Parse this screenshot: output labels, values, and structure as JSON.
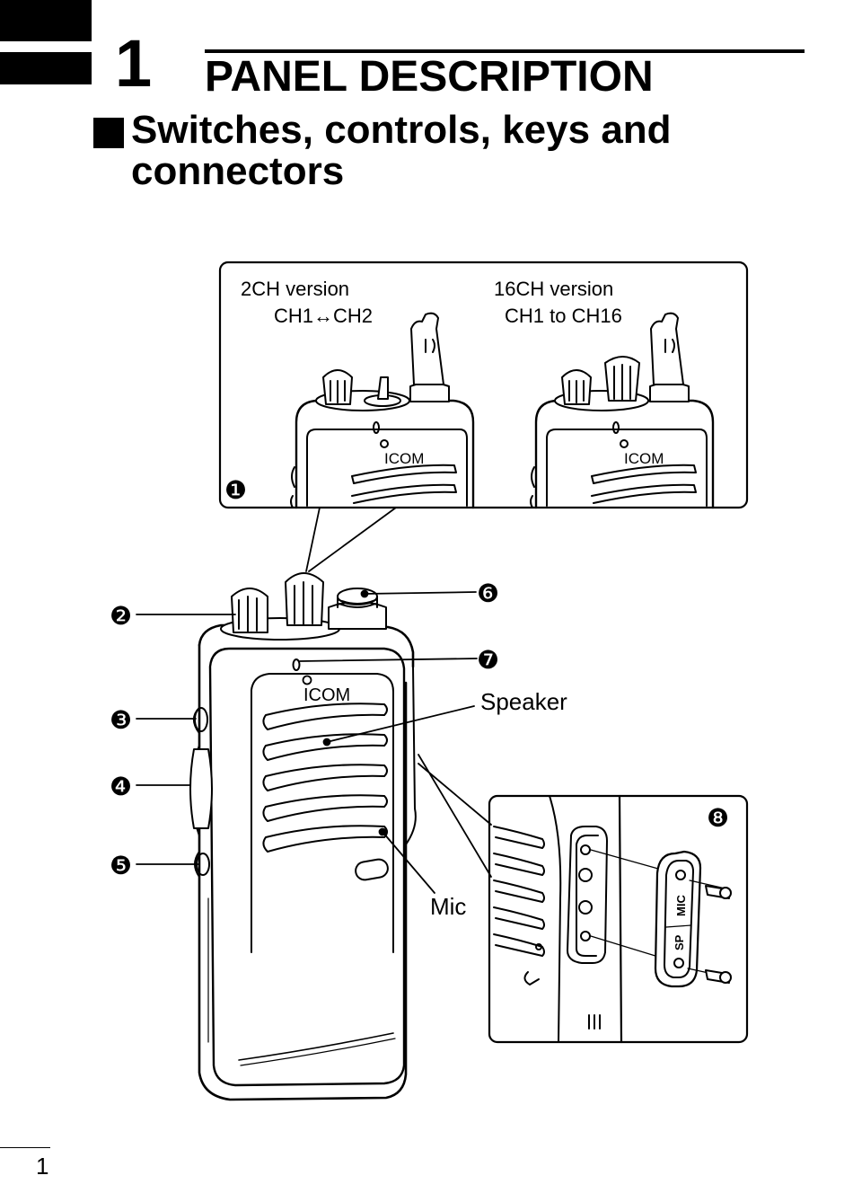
{
  "header": {
    "chapter_number": "1",
    "chapter_title": "PANEL DESCRIPTION"
  },
  "section": {
    "title": "Switches, controls, keys and connectors"
  },
  "figure": {
    "inset_top": {
      "left_title": "2CH version",
      "left_sub": "CH1↔CH2",
      "right_title": "16CH version",
      "right_sub": "CH1 to CH16",
      "brand": "ICOM"
    },
    "radio": {
      "brand": "ICOM"
    },
    "callouts": {
      "c1": "❶",
      "c2": "❷",
      "c3": "❸",
      "c4": "❹",
      "c5": "❺",
      "c6": "❻",
      "c7": "❼",
      "c8": "❽"
    },
    "labels": {
      "speaker": "Speaker",
      "mic": "Mic"
    },
    "jack_cover": {
      "mic_label": "MIC",
      "sp_label": "SP"
    }
  },
  "footer": {
    "page_number": "1"
  }
}
